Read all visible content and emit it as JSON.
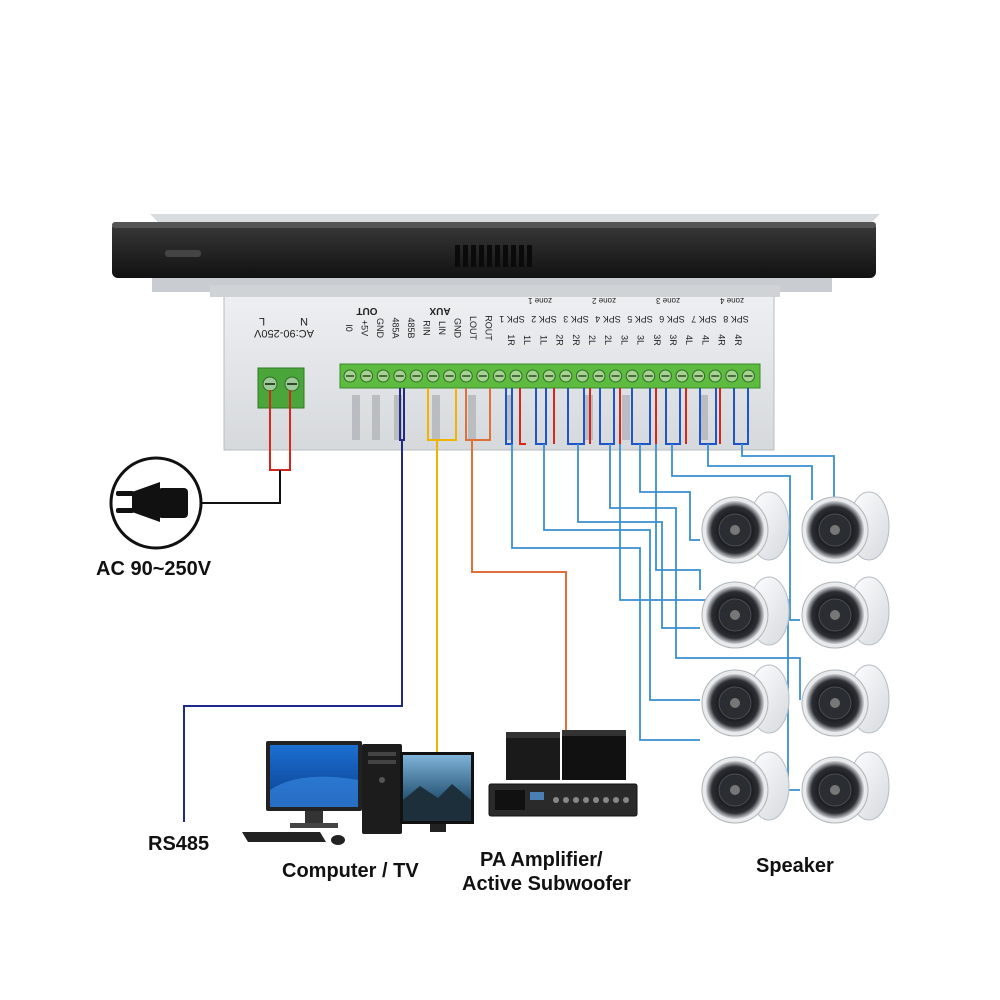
{
  "colors": {
    "panel_bezel": "#1f1f1f",
    "housing": "#e4e6e8",
    "terminal_green": "#5dbb3f",
    "wire_red": "#d9261c",
    "wire_blue": "#1f55c8",
    "wire_navy": "#1d2a8a",
    "wire_yellow": "#f0b400",
    "wire_orange": "#e0703a",
    "wire_light_blue": "#3a8fd0",
    "wire_black": "#111111"
  },
  "power_block": {
    "labels": [
      "L",
      "N"
    ],
    "rating": "AC:90-250V"
  },
  "terminal_labels": {
    "left_group": [
      "I0",
      "+5V",
      "GND",
      "485A",
      "485B",
      "RIN",
      "LIN",
      "GND",
      "LOUT",
      "ROUT"
    ],
    "out_group": "OUT",
    "aux_group": "AUX",
    "speaker_pins": [
      "1R",
      "1L",
      "1L",
      "2R",
      "2R",
      "2L",
      "2L",
      "3L",
      "3L",
      "3R",
      "3R",
      "4L",
      "4L",
      "4R",
      "4R"
    ],
    "speaker_channels": [
      "SPK 1",
      "SPK 2",
      "SPK 3",
      "SPK 4",
      "SPK 5",
      "SPK 6",
      "SPK 7",
      "SPK 8"
    ],
    "zones": [
      "zone 1",
      "zone 2",
      "zone 3",
      "zone 4"
    ]
  },
  "labels": {
    "ac_input": "AC 90~250V",
    "rs485": "RS485",
    "computer_tv": "Computer / TV",
    "pa_amp_line1": "PA  Amplifier/",
    "pa_amp_line2": "Active Subwoofer",
    "speaker": "Speaker"
  },
  "icons": {
    "plug": "power-plug-icon",
    "computer": "computer-icon",
    "amplifier": "amplifier-icon",
    "speaker": "ceiling-speaker-icon"
  }
}
